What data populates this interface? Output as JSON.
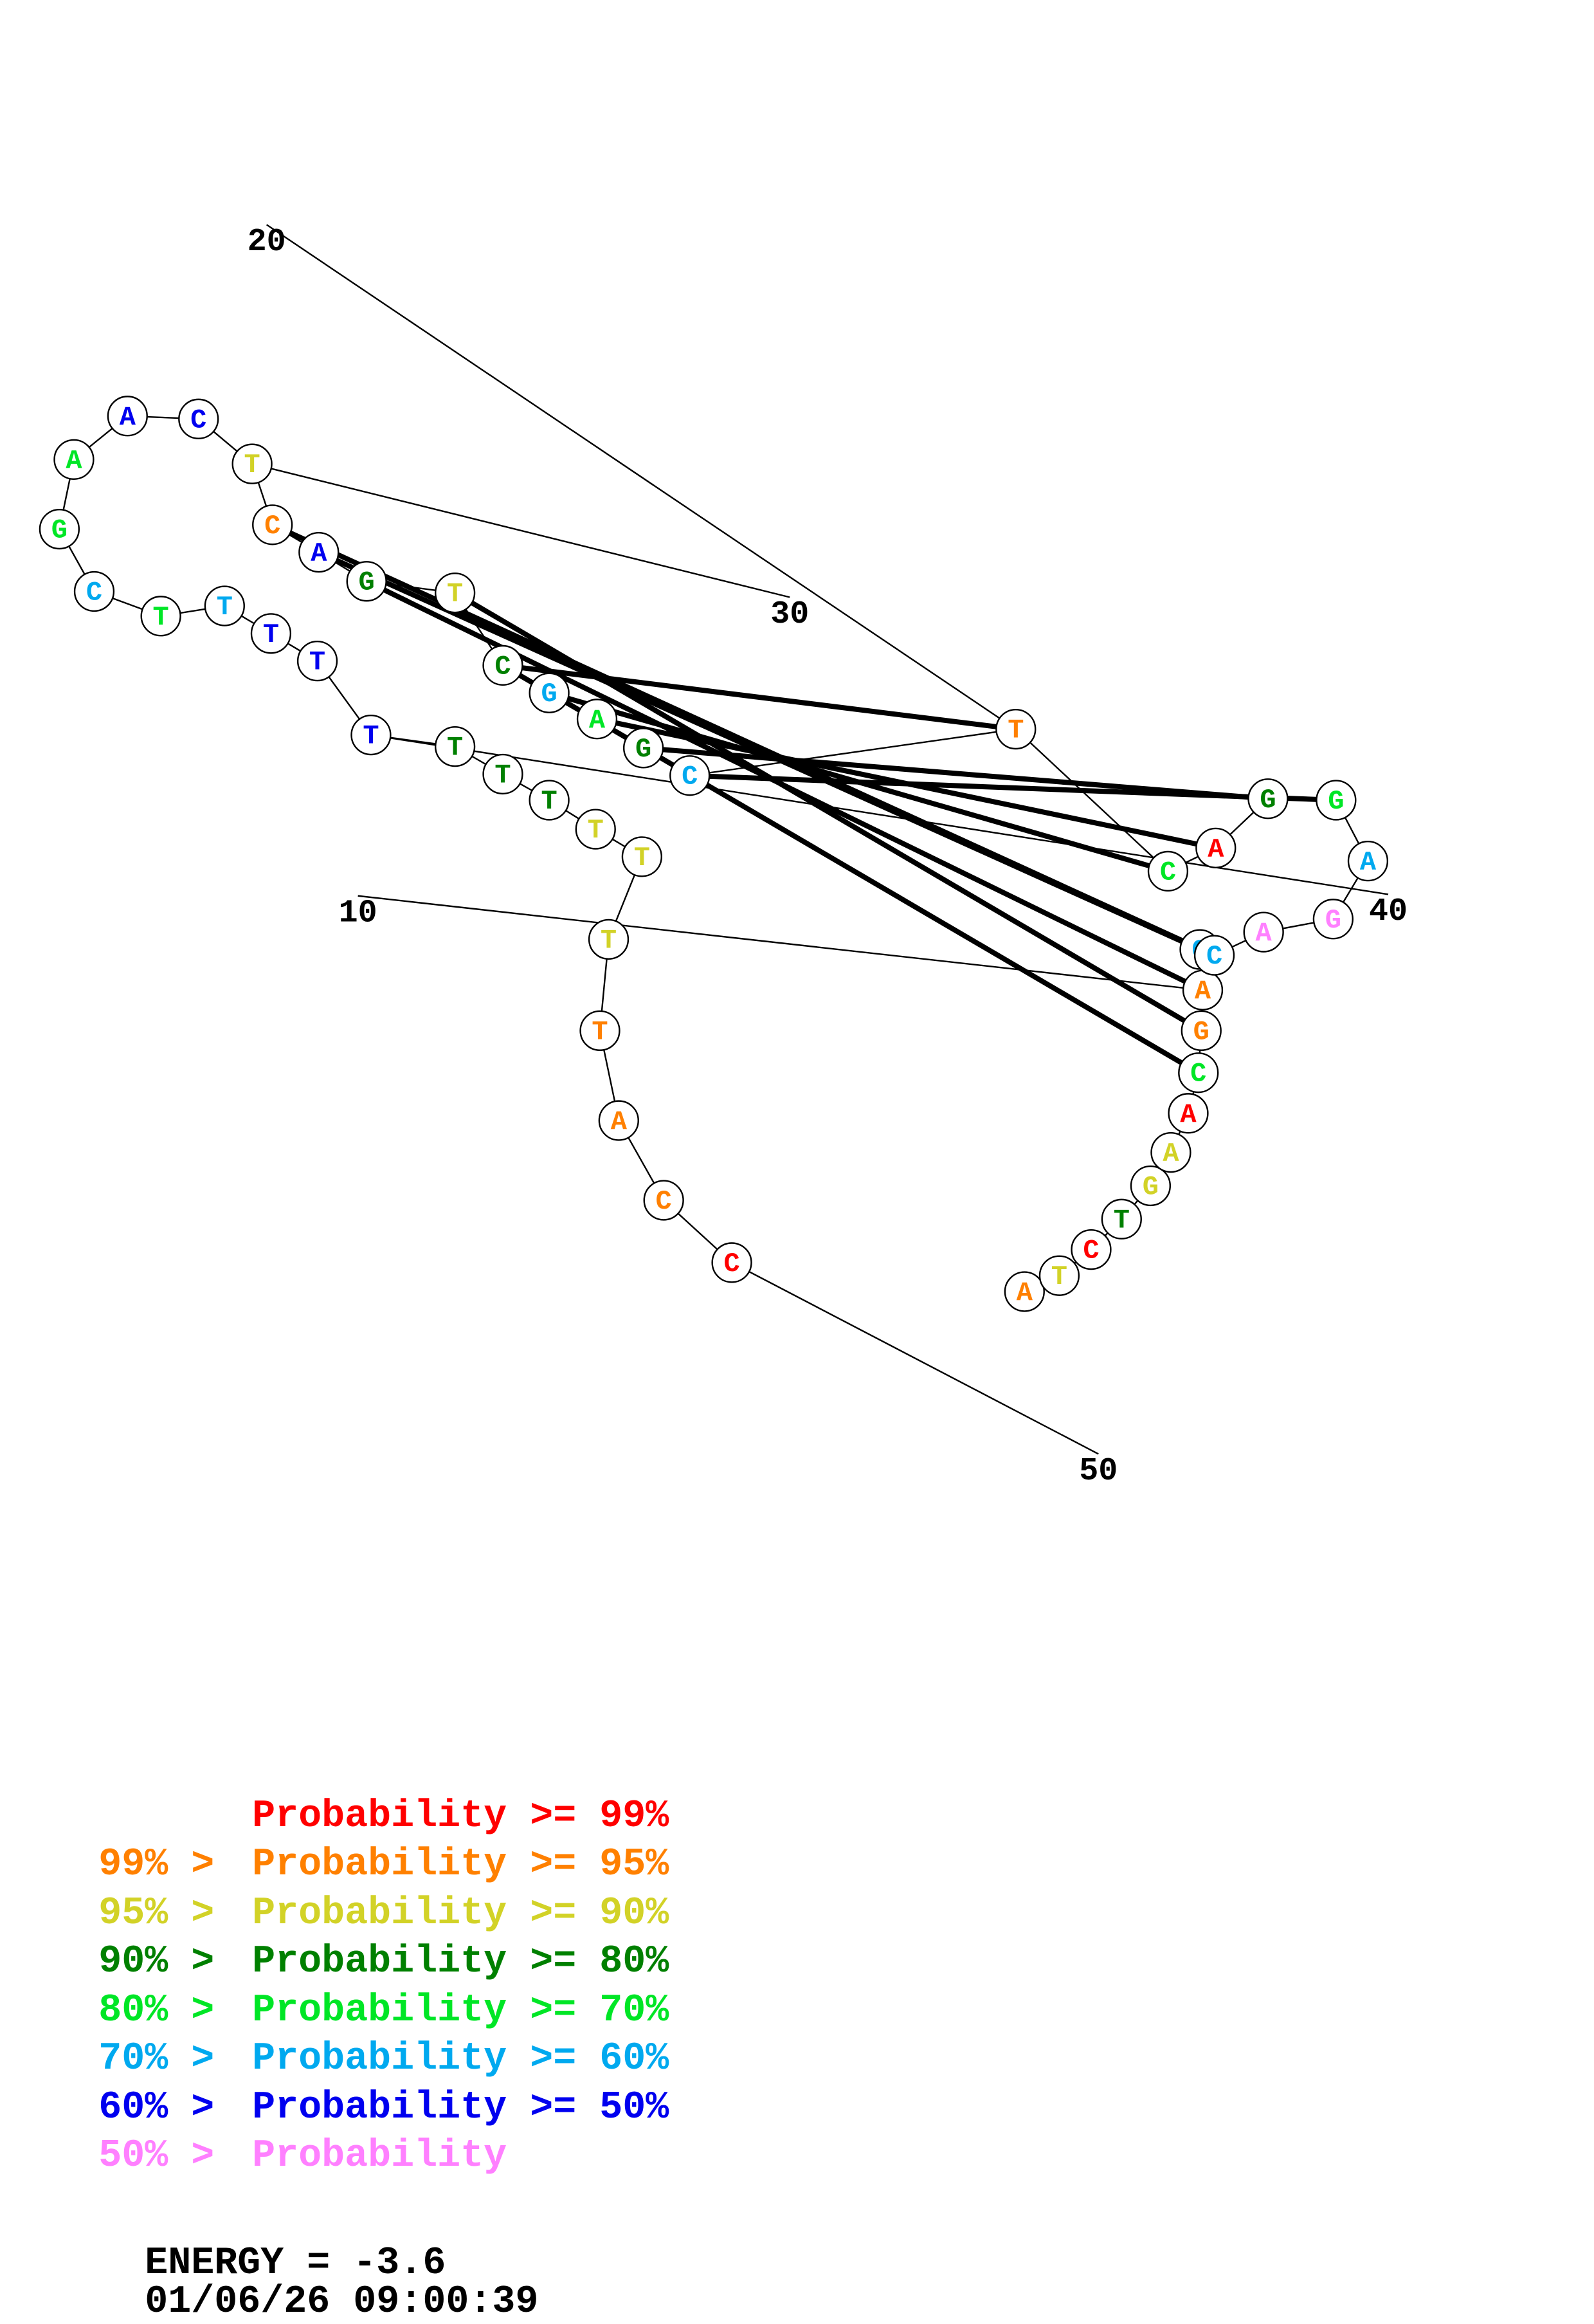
{
  "structure": {
    "sequence": [
      "A",
      "T",
      "C",
      "T",
      "G",
      "A",
      "A",
      "C",
      "G",
      "A",
      "C",
      "C",
      "A",
      "G",
      "A",
      "G",
      "G",
      "A",
      "C",
      "T",
      "C",
      "G",
      "A",
      "G",
      "C",
      "T",
      "G",
      "A",
      "C",
      "T",
      "C",
      "A",
      "A",
      "G",
      "C",
      "T",
      "T",
      "T",
      "T",
      "T",
      "T",
      "T",
      "T",
      "T",
      "T",
      "T",
      "T",
      "A",
      "C",
      "C"
    ],
    "probability_colors": [
      "#ff8000",
      "#d2d227",
      "#ff0000",
      "#008000",
      "#d2d227",
      "#d2d227",
      "#ff0000",
      "#00e626",
      "#ff8000",
      "#ff8000",
      "#00a9ef",
      "#00a9ef",
      "#ff80ff",
      "#ff80ff",
      "#00a9ef",
      "#00e626",
      "#008000",
      "#ff0000",
      "#00e626",
      "#ff8000",
      "#00a9ef",
      "#008000",
      "#00e626",
      "#00a9ef",
      "#008000",
      "#d2d227",
      "#008000",
      "#0000ef",
      "#ff8000",
      "#d2d227",
      "#0000ef",
      "#0000ef",
      "#00e626",
      "#00e626",
      "#00a9ef",
      "#00e626",
      "#00a9ef",
      "#0000ef",
      "#0000ef",
      "#0000ef",
      "#008000",
      "#008000",
      "#008000",
      "#d2d227",
      "#d2d227",
      "#d2d227",
      "#ff8000",
      "#ff8000",
      "#ff8000",
      "#ff0000"
    ],
    "base_pairs": [
      [
        8,
        25
      ],
      [
        9,
        26
      ],
      [
        10,
        27
      ],
      [
        11,
        28
      ],
      [
        12,
        29
      ],
      [
        16,
        21
      ],
      [
        17,
        22
      ],
      [
        18,
        23
      ],
      [
        19,
        24
      ],
      [
        20,
        25
      ]
    ],
    "position_labels": [
      {
        "text": "10"
      },
      {
        "text": "20"
      },
      {
        "text": "30"
      },
      {
        "text": "40"
      },
      {
        "text": "50"
      }
    ]
  },
  "legend": [
    {
      "prefix": "",
      "label": "Probability >= 99%",
      "color": "#ff0000"
    },
    {
      "prefix": "99% > ",
      "label": "Probability >= 95%",
      "color": "#ff8000"
    },
    {
      "prefix": "95% > ",
      "label": "Probability >= 90%",
      "color": "#d2d227"
    },
    {
      "prefix": "90% > ",
      "label": "Probability >= 80%",
      "color": "#008000"
    },
    {
      "prefix": "80% > ",
      "label": "Probability >= 70%",
      "color": "#00e626"
    },
    {
      "prefix": "70% > ",
      "label": "Probability >= 60%",
      "color": "#00a9ef"
    },
    {
      "prefix": "60% > ",
      "label": "Probability >= 50%",
      "color": "#0000ef"
    },
    {
      "prefix": "50% > ",
      "label": "Probability",
      "color": "#ff80ff"
    }
  ],
  "footer": {
    "energy_text": "ENERGY = -3.6",
    "timestamp": "01/06/26 09:00:39"
  }
}
